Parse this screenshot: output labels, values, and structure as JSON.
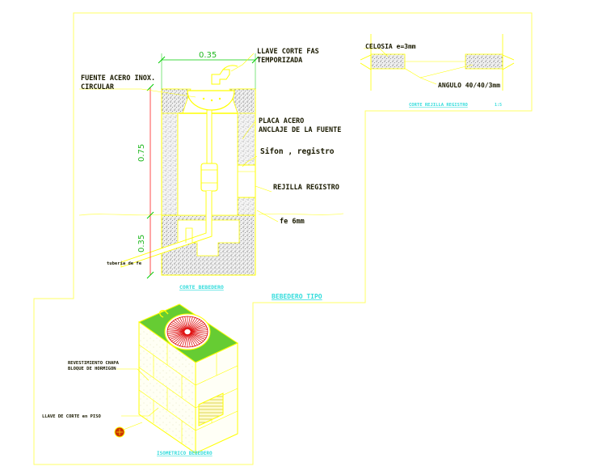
{
  "colors": {
    "sheet_border": "#ffff66",
    "outline": "#ffff00",
    "leader": "#ffff00",
    "dimension": "#00cc00",
    "dimension_axis": "#ff0000",
    "text": "#1a1a00",
    "title_text": "#33dcdc",
    "concrete_fill": "#e8e8e8",
    "isometric_top": "#66cc33",
    "drain_rays": "#dd0000",
    "valve_fill": "#cc3300"
  },
  "section_view": {
    "title": "CORTE BEBEDERO",
    "dim_width": "0.35",
    "dim_height_upper": "0.75",
    "dim_height_lower": "0.35",
    "labels": {
      "valve": "LLAVE CORTE FAS",
      "valve_line2": "TEMPORIZADA",
      "fountain": "FUENTE ACERO INOX.",
      "fountain_line2": "CIRCULAR",
      "plate": "PLACA ACERO",
      "plate_line2": "ANCLAJE DE LA FUENTE",
      "siphon": "Sifon , registro",
      "grate": "REJILLA REGISTRO",
      "pipe": "fe 6mm",
      "pipe_tag": "tuberia de fe"
    }
  },
  "grate_detail": {
    "title": "CORTE REJILLA REGISTRO",
    "title_suffix": "1:5",
    "labels": {
      "lattice": "CELOSIA e=3mm",
      "angle": "ANGULO 40/40/3mm"
    }
  },
  "drawing_title": "BEBEDERO TIPO",
  "isometric_view": {
    "title": "ISOMETRICO BEBEDERO",
    "labels": {
      "cladding": "REVESTIMIENTO CHAPA",
      "cladding_line2": "BLOQUE DE HORMIGON",
      "floor_valve": "LLAVE DE CORTE en PISO"
    }
  }
}
